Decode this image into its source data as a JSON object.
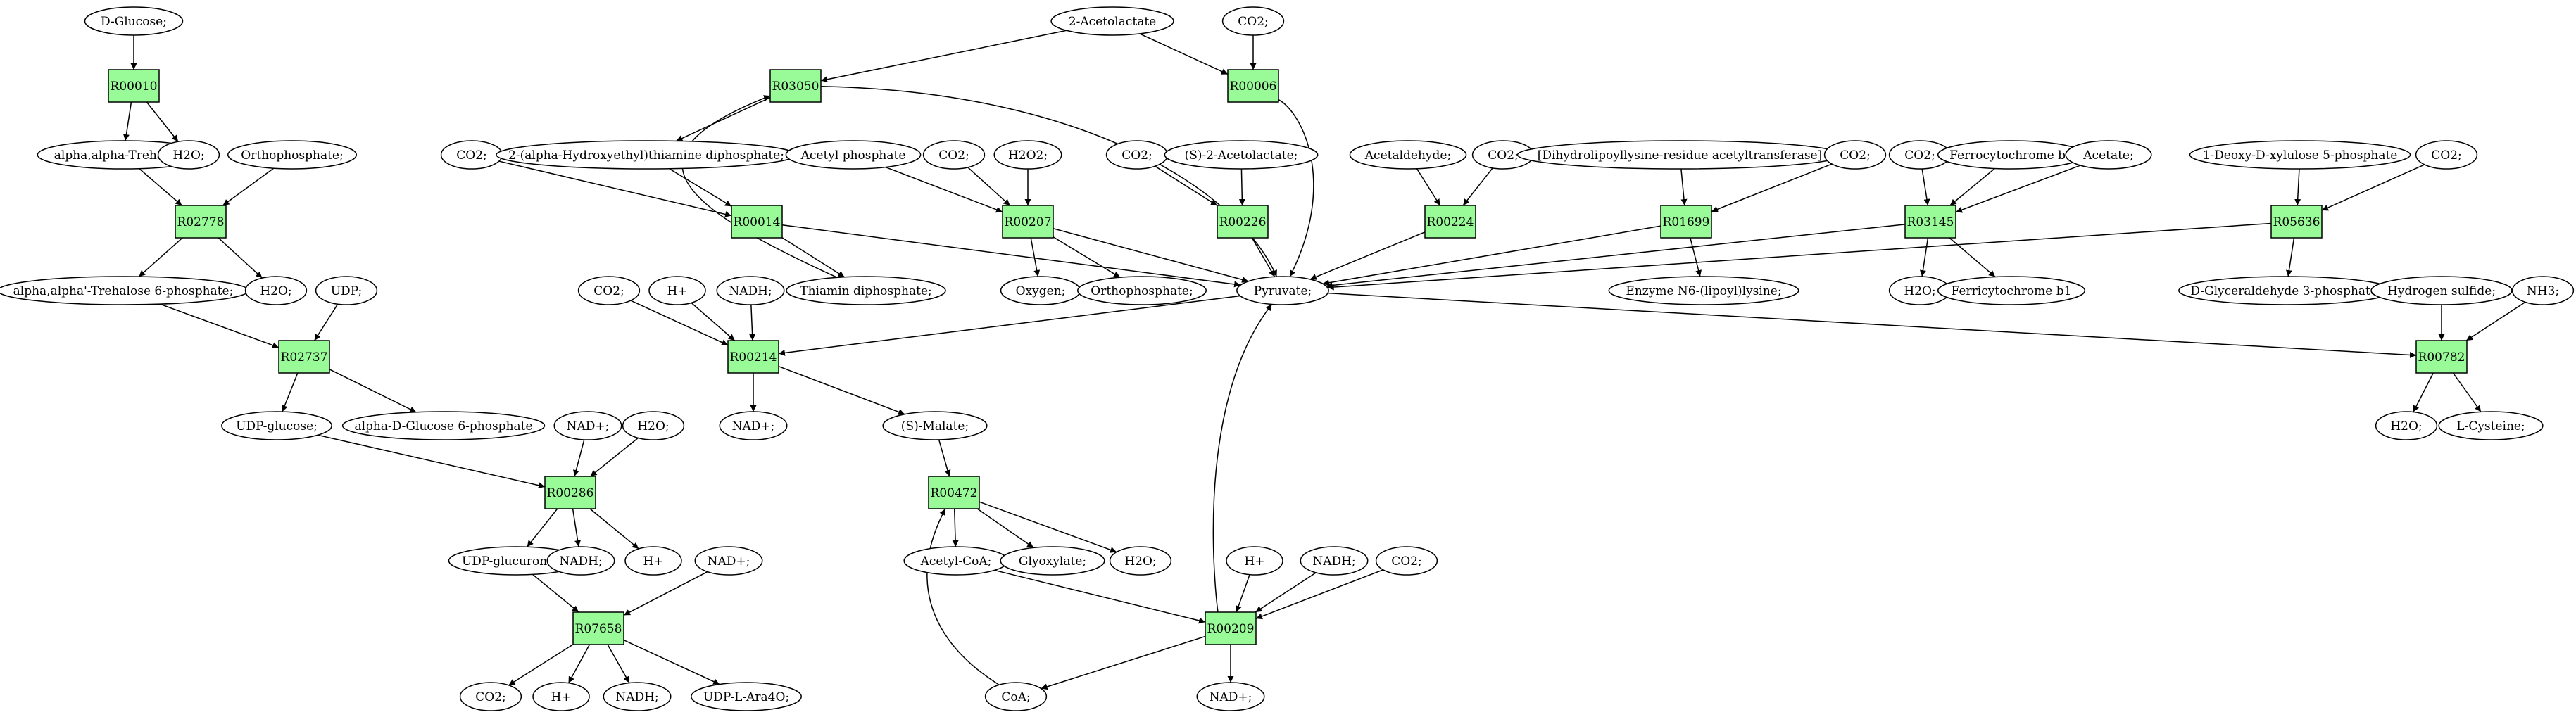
{
  "colors": {
    "reaction": "#98fb98",
    "compound": "#ffffff",
    "start": "#00ff00",
    "target": "#ffff00",
    "edge": "#000000"
  },
  "nodes": [
    {
      "id": "dglucose",
      "label": "D-Glucose;",
      "kind": "start"
    },
    {
      "id": "r00010",
      "label": "R00010",
      "kind": "reaction"
    },
    {
      "id": "trehalose",
      "label": "alpha,alpha-Trehalose;",
      "kind": "compound"
    },
    {
      "id": "h2o_1",
      "label": "H2O;",
      "kind": "compound"
    },
    {
      "id": "ortho_1",
      "label": "Orthophosphate;",
      "kind": "compound"
    },
    {
      "id": "r02778",
      "label": "R02778",
      "kind": "reaction"
    },
    {
      "id": "treh6p",
      "label": "alpha,alpha'-Trehalose 6-phosphate;",
      "kind": "compound"
    },
    {
      "id": "h2o_2",
      "label": "H2O;",
      "kind": "compound"
    },
    {
      "id": "udp",
      "label": "UDP;",
      "kind": "compound"
    },
    {
      "id": "r02737",
      "label": "R02737",
      "kind": "reaction"
    },
    {
      "id": "udpglc",
      "label": "UDP-glucose;",
      "kind": "compound"
    },
    {
      "id": "adg6p",
      "label": "alpha-D-Glucose 6-phosphate",
      "kind": "compound"
    },
    {
      "id": "nadp_1",
      "label": "NAD+;",
      "kind": "compound"
    },
    {
      "id": "h2o2_1",
      "label": "H2O;",
      "kind": "compound"
    },
    {
      "id": "r00286",
      "label": "R00286",
      "kind": "reaction"
    },
    {
      "id": "udpglcu",
      "label": "UDP-glucuronate;",
      "kind": "compound"
    },
    {
      "id": "nadh_1",
      "label": "NADH;",
      "kind": "compound"
    },
    {
      "id": "hplus_1",
      "label": "H+",
      "kind": "compound"
    },
    {
      "id": "nadp_2",
      "label": "NAD+;",
      "kind": "compound"
    },
    {
      "id": "r07658",
      "label": "R07658",
      "kind": "reaction"
    },
    {
      "id": "co2_1",
      "label": "CO2;",
      "kind": "compound"
    },
    {
      "id": "hplus_2",
      "label": "H+",
      "kind": "compound"
    },
    {
      "id": "nadh_2",
      "label": "NADH;",
      "kind": "compound"
    },
    {
      "id": "udpara",
      "label": "UDP-L-Ara4O;",
      "kind": "compound"
    },
    {
      "id": "acetolac",
      "label": "2-Acetolactate",
      "kind": "compound"
    },
    {
      "id": "co2_top",
      "label": "CO2;",
      "kind": "compound"
    },
    {
      "id": "r03050",
      "label": "R03050",
      "kind": "reaction"
    },
    {
      "id": "r00006",
      "label": "R00006",
      "kind": "reaction"
    },
    {
      "id": "co2_2",
      "label": "CO2;",
      "kind": "compound"
    },
    {
      "id": "ahetdp",
      "label": "2-(alpha-Hydroxyethyl)thiamine diphosphate;",
      "kind": "compound"
    },
    {
      "id": "acetylp",
      "label": "Acetyl phosphate",
      "kind": "compound"
    },
    {
      "id": "co2_3",
      "label": "CO2;",
      "kind": "compound"
    },
    {
      "id": "h2o2_2",
      "label": "H2O2;",
      "kind": "compound"
    },
    {
      "id": "co2_4",
      "label": "CO2;",
      "kind": "compound"
    },
    {
      "id": "sacetolac",
      "label": "(S)-2-Acetolactate;",
      "kind": "compound"
    },
    {
      "id": "acetald",
      "label": "Acetaldehyde;",
      "kind": "compound"
    },
    {
      "id": "co2_5",
      "label": "CO2;",
      "kind": "compound"
    },
    {
      "id": "dihydro",
      "label": "[Dihydrolipoyllysine-residue acetyltransferase]",
      "kind": "compound"
    },
    {
      "id": "co2_6",
      "label": "CO2;",
      "kind": "compound"
    },
    {
      "id": "co2_7",
      "label": "CO2;",
      "kind": "compound"
    },
    {
      "id": "ferro",
      "label": "Ferrocytochrome b1",
      "kind": "compound"
    },
    {
      "id": "acetate",
      "label": "Acetate;",
      "kind": "compound"
    },
    {
      "id": "dxp",
      "label": "1-Deoxy-D-xylulose 5-phosphate",
      "kind": "compound"
    },
    {
      "id": "co2_8",
      "label": "CO2;",
      "kind": "compound"
    },
    {
      "id": "r00014",
      "label": "R00014",
      "kind": "reaction"
    },
    {
      "id": "r00207",
      "label": "R00207",
      "kind": "reaction"
    },
    {
      "id": "r00226",
      "label": "R00226",
      "kind": "reaction"
    },
    {
      "id": "r00224",
      "label": "R00224",
      "kind": "reaction"
    },
    {
      "id": "r01699",
      "label": "R01699",
      "kind": "reaction"
    },
    {
      "id": "r03145",
      "label": "R03145",
      "kind": "reaction"
    },
    {
      "id": "r05636",
      "label": "R05636",
      "kind": "reaction"
    },
    {
      "id": "thdp",
      "label": "Thiamin diphosphate;",
      "kind": "compound"
    },
    {
      "id": "oxygen",
      "label": "Oxygen;",
      "kind": "compound"
    },
    {
      "id": "ortho_2",
      "label": "Orthophosphate;",
      "kind": "compound"
    },
    {
      "id": "pyruvate",
      "label": "Pyruvate;",
      "kind": "compound"
    },
    {
      "id": "lipoyl",
      "label": "Enzyme N6-(lipoyl)lysine;",
      "kind": "compound"
    },
    {
      "id": "h2o_3",
      "label": "H2O;",
      "kind": "compound"
    },
    {
      "id": "ferri",
      "label": "Ferricytochrome b1",
      "kind": "compound"
    },
    {
      "id": "gap",
      "label": "D-Glyceraldehyde 3-phosphate;",
      "kind": "compound"
    },
    {
      "id": "h2s",
      "label": "Hydrogen sulfide;",
      "kind": "compound"
    },
    {
      "id": "nh3",
      "label": "NH3;",
      "kind": "compound"
    },
    {
      "id": "r00782",
      "label": "R00782",
      "kind": "reaction"
    },
    {
      "id": "h2o_4",
      "label": "H2O;",
      "kind": "compound"
    },
    {
      "id": "lcys",
      "label": "L-Cysteine;",
      "kind": "target"
    },
    {
      "id": "co2_9",
      "label": "CO2;",
      "kind": "compound"
    },
    {
      "id": "hplus_3",
      "label": "H+",
      "kind": "compound"
    },
    {
      "id": "nadh_3",
      "label": "NADH;",
      "kind": "compound"
    },
    {
      "id": "r00214",
      "label": "R00214",
      "kind": "reaction"
    },
    {
      "id": "nadp_3",
      "label": "NAD+;",
      "kind": "compound"
    },
    {
      "id": "smalate",
      "label": "(S)-Malate;",
      "kind": "compound"
    },
    {
      "id": "r00472",
      "label": "R00472",
      "kind": "reaction"
    },
    {
      "id": "acetylcoa",
      "label": "Acetyl-CoA;",
      "kind": "compound"
    },
    {
      "id": "glyox",
      "label": "Glyoxylate;",
      "kind": "compound"
    },
    {
      "id": "h2o_5",
      "label": "H2O;",
      "kind": "compound"
    },
    {
      "id": "hplus_4",
      "label": "H+",
      "kind": "compound"
    },
    {
      "id": "nadh_4",
      "label": "NADH;",
      "kind": "compound"
    },
    {
      "id": "co2_10",
      "label": "CO2;",
      "kind": "compound"
    },
    {
      "id": "r00209",
      "label": "R00209",
      "kind": "reaction"
    },
    {
      "id": "coa",
      "label": "CoA;",
      "kind": "compound"
    },
    {
      "id": "nadp_4",
      "label": "NAD+;",
      "kind": "compound"
    }
  ],
  "edges": [
    [
      "dglucose",
      "r00010"
    ],
    [
      "r00010",
      "trehalose"
    ],
    [
      "r00010",
      "h2o_1"
    ],
    [
      "trehalose",
      "r02778"
    ],
    [
      "ortho_1",
      "r02778"
    ],
    [
      "r02778",
      "treh6p"
    ],
    [
      "r02778",
      "h2o_2"
    ],
    [
      "treh6p",
      "r02737"
    ],
    [
      "udp",
      "r02737"
    ],
    [
      "r02737",
      "udpglc"
    ],
    [
      "r02737",
      "adg6p"
    ],
    [
      "udpglc",
      "r00286"
    ],
    [
      "nadp_1",
      "r00286"
    ],
    [
      "h2o2_1",
      "r00286"
    ],
    [
      "r00286",
      "udpglcu"
    ],
    [
      "r00286",
      "nadh_1"
    ],
    [
      "r00286",
      "hplus_1"
    ],
    [
      "udpglcu",
      "r07658"
    ],
    [
      "nadp_2",
      "r07658"
    ],
    [
      "r07658",
      "co2_1"
    ],
    [
      "r07658",
      "hplus_2"
    ],
    [
      "r07658",
      "nadh_2"
    ],
    [
      "r07658",
      "udpara"
    ],
    [
      "acetolac",
      "r03050"
    ],
    [
      "acetolac",
      "r00006"
    ],
    [
      "co2_top",
      "r00006"
    ],
    [
      "r03050",
      "ahetdp"
    ],
    [
      "r03050",
      "pyruvate"
    ],
    [
      "r00006",
      "pyruvate"
    ],
    [
      "thdp",
      "r03050"
    ],
    [
      "co2_2",
      "r00014"
    ],
    [
      "ahetdp",
      "r00014"
    ],
    [
      "r00014",
      "thdp"
    ],
    [
      "r00014",
      "pyruvate"
    ],
    [
      "acetylp",
      "r00207"
    ],
    [
      "co2_3",
      "r00207"
    ],
    [
      "h2o2_2",
      "r00207"
    ],
    [
      "r00207",
      "oxygen"
    ],
    [
      "r00207",
      "ortho_2"
    ],
    [
      "r00207",
      "pyruvate"
    ],
    [
      "co2_4",
      "r00226"
    ],
    [
      "sacetolac",
      "r00226"
    ],
    [
      "r00226",
      "pyruvate"
    ],
    [
      "acetald",
      "r00224"
    ],
    [
      "co2_5",
      "r00224"
    ],
    [
      "r00224",
      "pyruvate"
    ],
    [
      "dihydro",
      "r01699"
    ],
    [
      "co2_6",
      "r01699"
    ],
    [
      "r01699",
      "lipoyl"
    ],
    [
      "r01699",
      "pyruvate"
    ],
    [
      "co2_7",
      "r03145"
    ],
    [
      "ferro",
      "r03145"
    ],
    [
      "acetate",
      "r03145"
    ],
    [
      "r03145",
      "h2o_3"
    ],
    [
      "r03145",
      "ferri"
    ],
    [
      "r03145",
      "pyruvate"
    ],
    [
      "dxp",
      "r05636"
    ],
    [
      "co2_8",
      "r05636"
    ],
    [
      "r05636",
      "gap"
    ],
    [
      "r05636",
      "pyruvate"
    ],
    [
      "pyruvate",
      "r00782"
    ],
    [
      "h2s",
      "r00782"
    ],
    [
      "nh3",
      "r00782"
    ],
    [
      "r00782",
      "h2o_4"
    ],
    [
      "r00782",
      "lcys"
    ],
    [
      "pyruvate",
      "r00214"
    ],
    [
      "co2_9",
      "r00214"
    ],
    [
      "hplus_3",
      "r00214"
    ],
    [
      "nadh_3",
      "r00214"
    ],
    [
      "r00214",
      "nadp_3"
    ],
    [
      "r00214",
      "smalate"
    ],
    [
      "smalate",
      "r00472"
    ],
    [
      "coa",
      "r00472"
    ],
    [
      "r00472",
      "acetylcoa"
    ],
    [
      "r00472",
      "glyox"
    ],
    [
      "r00472",
      "h2o_5"
    ],
    [
      "acetylcoa",
      "r00209"
    ],
    [
      "hplus_4",
      "r00209"
    ],
    [
      "nadh_4",
      "r00209"
    ],
    [
      "co2_10",
      "r00209"
    ],
    [
      "r00209",
      "coa"
    ],
    [
      "r00209",
      "nadp_4"
    ],
    [
      "r00209",
      "pyruvate"
    ]
  ]
}
